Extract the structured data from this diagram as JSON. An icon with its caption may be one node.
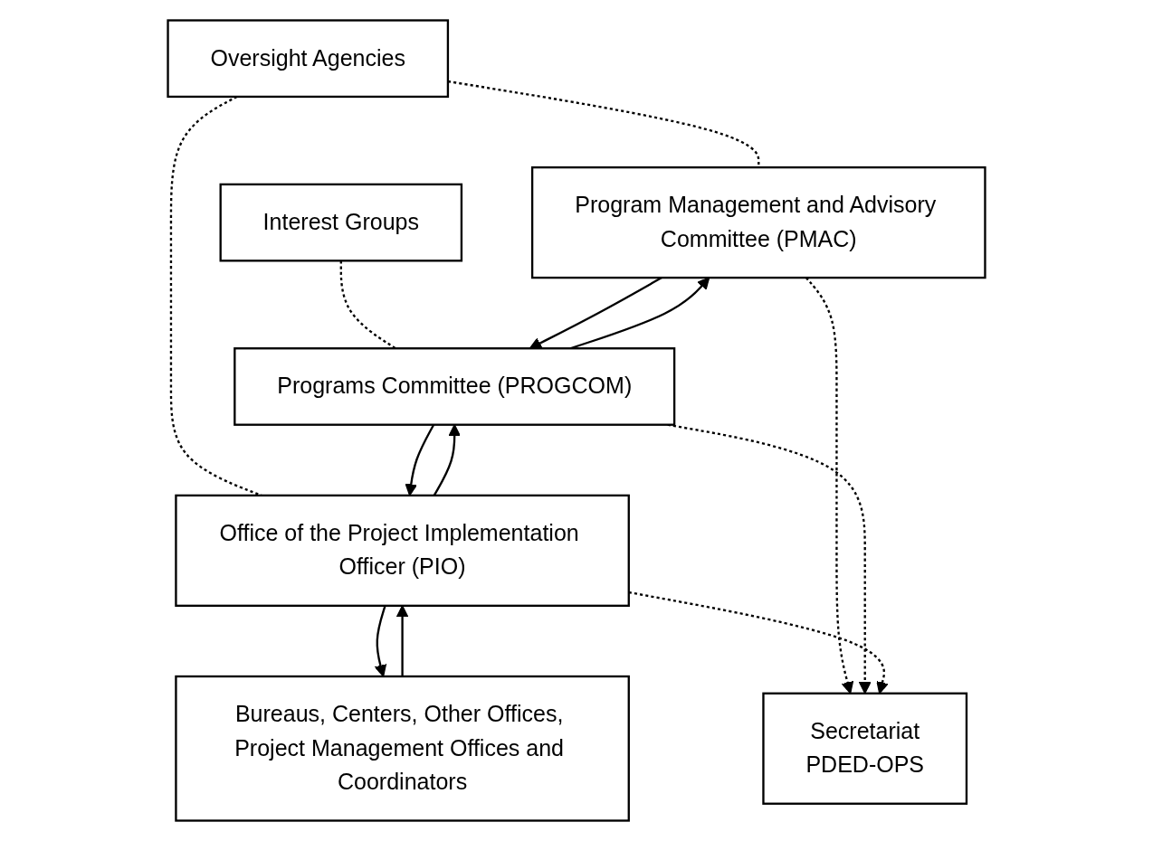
{
  "diagram": {
    "nodes": [
      {
        "text": [
          "Oversight Agencies"
        ]
      },
      {
        "text": [
          "Interest Groups"
        ]
      },
      {
        "text": [
          "Program Management and Advisory Committee (PMAC)"
        ]
      },
      {
        "text": [
          "Programs Committee (PROGCOM)"
        ]
      },
      {
        "text": [
          "Office of the Project Implementation Officer (PIO)"
        ]
      },
      {
        "text": [
          "Secretariat",
          "PDED-OPS"
        ]
      },
      {
        "text": [
          "Bureaus, Centers, Other Offices, Project Management Offices and Coordinators"
        ]
      }
    ],
    "edges": [
      {
        "from": 0,
        "to": 2,
        "arrow": "none",
        "style": "dashed"
      },
      {
        "from": 0,
        "to": 4,
        "arrow": "none",
        "style": "dashed"
      },
      {
        "from": 1,
        "to": 3,
        "arrow": "none",
        "style": "dashed"
      },
      {
        "from": 2,
        "to": 3,
        "arrow": "to"
      },
      {
        "from": 3,
        "to": 2,
        "arrow": "to"
      },
      {
        "from": 3,
        "to": 4,
        "arrow": "to"
      },
      {
        "from": 4,
        "to": 3,
        "arrow": "to"
      },
      {
        "from": 4,
        "to": 6,
        "arrow": "to"
      },
      {
        "from": 6,
        "to": 4,
        "arrow": "to"
      },
      {
        "from": 2,
        "to": 5,
        "arrow": "to",
        "style": "dashed"
      },
      {
        "from": 3,
        "to": 5,
        "arrow": "to",
        "style": "dashed"
      },
      {
        "from": 4,
        "to": 5,
        "arrow": "to",
        "style": "dashed"
      }
    ]
  }
}
